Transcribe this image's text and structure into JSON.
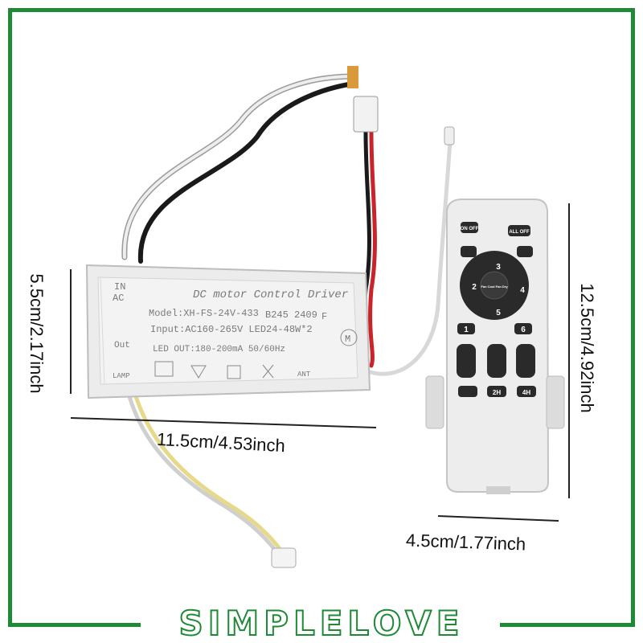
{
  "brand": {
    "label": "SIMPLELOVE",
    "color": "#1f8a35"
  },
  "dimensions": {
    "driver_width": "11.5cm/4.53inch",
    "driver_height": "5.5cm/2.17inch",
    "remote_height": "12.5cm/4.92inch",
    "remote_width": "4.5cm/1.77inch"
  },
  "driver": {
    "in_label": "IN",
    "ac_label": "AC",
    "title": "DC motor Control Driver",
    "model": "Model:XH-FS-24V-433",
    "batch": "B245 2409",
    "f_mark": "F",
    "input": "Input:AC160-265V LED24-48W*2",
    "led_out": "LED OUT:180-200mA 50/60Hz",
    "out_label": "Out",
    "lamp_label": "LAMP",
    "ant_label": "ANT",
    "m_mark": "M"
  },
  "remote": {
    "on_off": "ON OFF",
    "all_off": "ALL OFF",
    "dpad": {
      "up": "3",
      "left": "2",
      "right": "4",
      "down": "5",
      "center": "Fan Cool Fan Dry"
    },
    "btn1": "1",
    "btn6": "6",
    "btn_2h": "2H",
    "btn_4h": "4H"
  }
}
